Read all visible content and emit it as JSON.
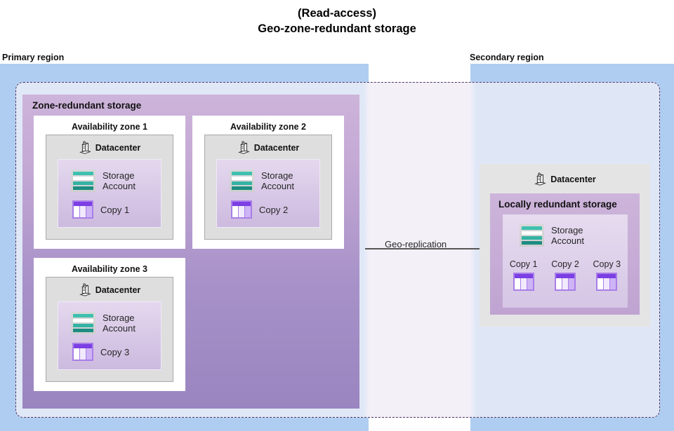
{
  "title": {
    "line1": "(Read-access)",
    "line2": "Geo-zone-redundant storage"
  },
  "regions": {
    "primary_label": "Primary region",
    "secondary_label": "Secondary region"
  },
  "primary": {
    "zrs_title": "Zone-redundant storage",
    "zones": [
      {
        "title": "Availability zone 1",
        "datacenter_label": "Datacenter",
        "storage_account_label": "Storage Account",
        "copy_label": "Copy 1"
      },
      {
        "title": "Availability zone 2",
        "datacenter_label": "Datacenter",
        "storage_account_label": "Storage Account",
        "copy_label": "Copy 2"
      },
      {
        "title": "Availability zone 3",
        "datacenter_label": "Datacenter",
        "storage_account_label": "Storage Account",
        "copy_label": "Copy 3"
      }
    ]
  },
  "replication": {
    "label": "Geo-replication"
  },
  "secondary": {
    "datacenter_label": "Datacenter",
    "lrs_title": "Locally redundant storage",
    "storage_account_label": "Storage Account",
    "copies": [
      {
        "label": "Copy 1"
      },
      {
        "label": "Copy 2"
      },
      {
        "label": "Copy 3"
      }
    ]
  },
  "icons": {
    "datacenter": "datacenter-icon",
    "storage_account": "storage-account-icon",
    "copy": "copy-icon",
    "arrow": "arrow-right-icon"
  },
  "colors": {
    "region_band": "#afcdf1",
    "zrs_top": "#cdb4da",
    "zrs_bottom": "#9a85c0",
    "dashed_border": "#4b3364",
    "storage_teal": "#3fc0b0",
    "storage_teal_dark": "#1d8c82",
    "copy_purple": "#7b3fe4",
    "copy_border": "#a97ee8",
    "datacenter_grey": "#dedede",
    "arrow_grey": "#555555"
  }
}
